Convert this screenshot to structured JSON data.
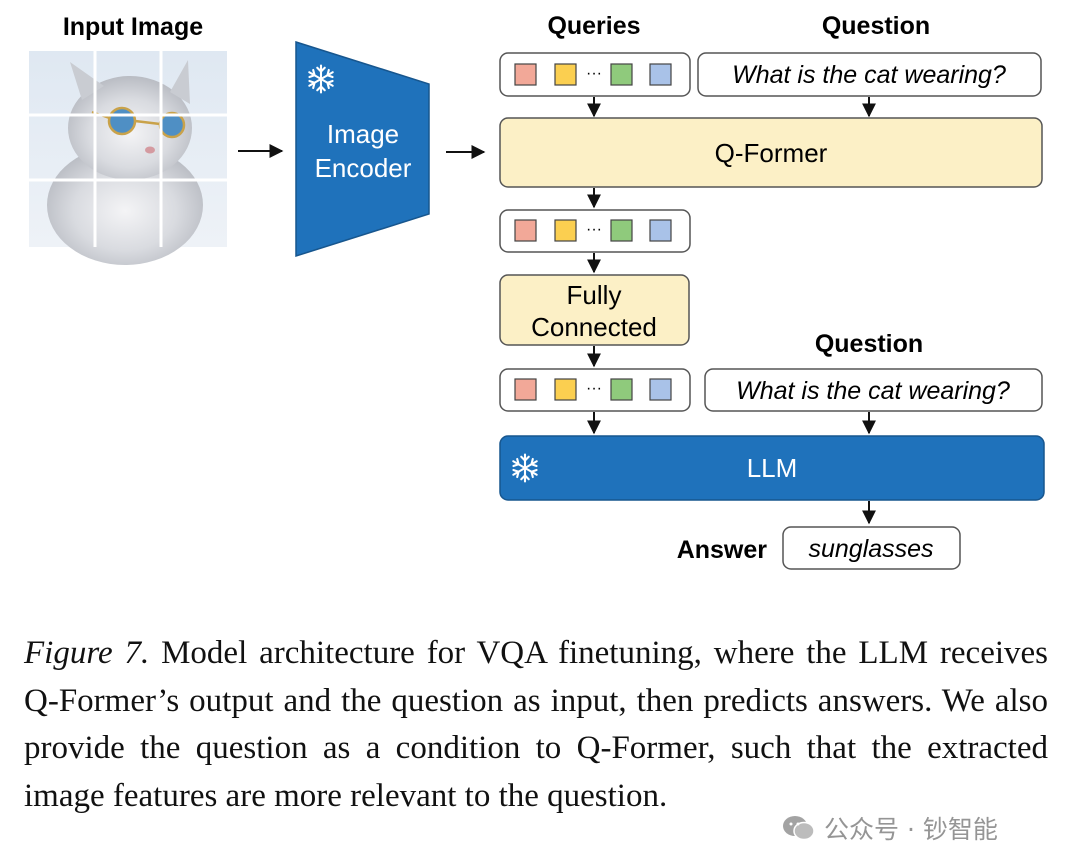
{
  "diagram": {
    "input_image_label": "Input Image",
    "image_encoder_label_line1": "Image",
    "image_encoder_label_line2": "Encoder",
    "queries_label": "Queries",
    "question_label_top": "Question",
    "question_text_top": "What is the cat wearing?",
    "qformer_label": "Q-Former",
    "fc_label_line1": "Fully",
    "fc_label_line2": "Connected",
    "question_label_bottom": "Question",
    "question_text_bottom": "What is the cat wearing?",
    "llm_label": "LLM",
    "answer_label": "Answer",
    "answer_text": "sunglasses",
    "ellipsis": "···",
    "colors": {
      "encoder_blue": "#1f72bb",
      "llm_blue": "#1f72bb",
      "qformer_fill": "#fcf0c6",
      "token_red": "#f2a898",
      "token_yellow": "#fbcf50",
      "token_green": "#8fca7c",
      "token_blue": "#a9c2e8"
    }
  },
  "caption": {
    "figure_label": "Figure 7.",
    "text": " Model architecture for VQA finetuning, where the LLM receives Q-Former’s output and the question as input, then predicts answers. We also provide the question as a condition to Q-Former, such that the extracted image features are more relevant to the question."
  },
  "watermark": {
    "text": "公众号 · 钞智能"
  }
}
